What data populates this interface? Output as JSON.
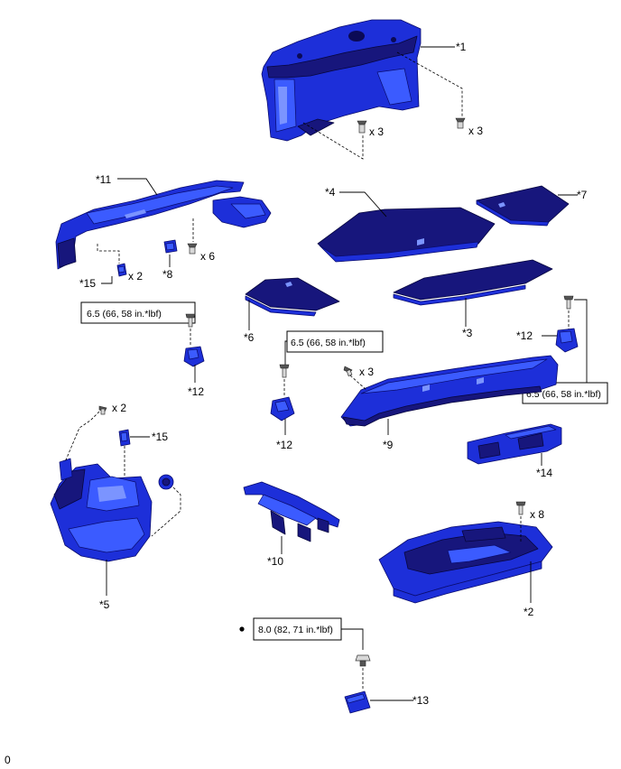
{
  "parts": {
    "p1": "*1",
    "p2": "*2",
    "p3": "*3",
    "p4": "*4",
    "p5": "*5",
    "p6": "*6",
    "p7": "*7",
    "p8": "*8",
    "p9": "*9",
    "p10": "*10",
    "p11": "*11",
    "p12a": "*12",
    "p12b": "*12",
    "p12c": "*12",
    "p13": "*13",
    "p14": "*14",
    "p15a": "*15",
    "p15b": "*15"
  },
  "counts": {
    "c3a": "x 3",
    "c3b": "x 3",
    "c2a": "x 2",
    "c6": "x 6",
    "c3c": "x 3",
    "c2b": "x 2",
    "c8": "x 8"
  },
  "torques": {
    "t1": "6.5 (66, 58 in.*lbf)",
    "t2": "6.5 (66, 58 in.*lbf)",
    "t3": "6.5 (66, 58 in.*lbf)",
    "t4": "8.0 (82, 71 in.*lbf)"
  },
  "corner_label": "0"
}
